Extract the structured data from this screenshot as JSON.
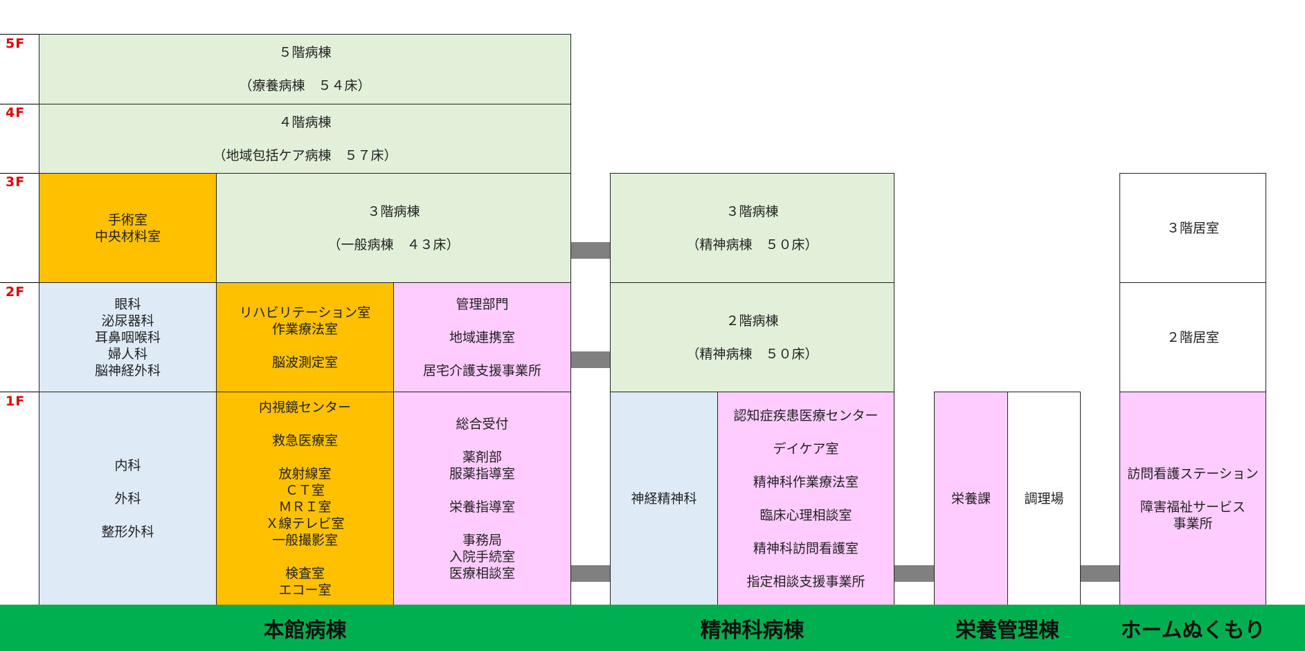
{
  "floors": [
    "5F",
    "4F",
    "3F",
    "2F",
    "1F"
  ],
  "main": {
    "f5": {
      "lines": [
        "５階病棟",
        "",
        "（療養病棟　５４床）"
      ]
    },
    "f4": {
      "lines": [
        "４階病棟",
        "",
        "（地域包括ケア病棟　５７床）"
      ]
    },
    "f3_surgery": {
      "lines": [
        "手術室",
        "中央材料室"
      ]
    },
    "f3_ward": {
      "lines": [
        "３階病棟",
        "",
        "（一般病棟　４３床）"
      ]
    },
    "f2_clinics": {
      "lines": [
        "眼科",
        "泌尿器科",
        "耳鼻咽喉科",
        "婦人科",
        "脳神経外科"
      ]
    },
    "f2_rehab": {
      "lines": [
        "リハビリテーション室",
        "作業療法室",
        "",
        "脳波測定室"
      ]
    },
    "f2_admin": {
      "lines": [
        "管理部門",
        "",
        "地域連携室",
        "",
        "居宅介護支援事業所"
      ]
    },
    "f1_clinics": {
      "lines": [
        "内科",
        "",
        "外科",
        "",
        "整形外科"
      ]
    },
    "f1_center": {
      "lines": [
        "内視鏡センター",
        "",
        "救急医療室",
        "",
        "放射線室",
        "ＣＴ室",
        "ＭＲＩ室",
        "Ｘ線テレビ室",
        "一般撮影室",
        "",
        "検査室",
        "エコー室"
      ]
    },
    "f1_reception": {
      "lines": [
        "総合受付",
        "",
        "薬剤部",
        "服薬指導室",
        "",
        "栄養指導室",
        "",
        "事務局",
        "入院手続室",
        "医療相談室"
      ]
    }
  },
  "psych": {
    "f3": {
      "lines": [
        "３階病棟",
        "",
        "（精神病棟　５０床）"
      ]
    },
    "f2": {
      "lines": [
        "２階病棟",
        "",
        "（精神病棟　５０床）"
      ]
    },
    "f1_dept": {
      "lines": [
        "神経精神科"
      ]
    },
    "f1_rooms": {
      "lines": [
        "認知症疾患医療センター",
        "",
        "デイケア室",
        "",
        "精神科作業療法室",
        "",
        "臨床心理相談室",
        "",
        "精神科訪問看護室",
        "",
        "指定相談支援事業所"
      ]
    }
  },
  "nutrition": {
    "section": {
      "lines": [
        "栄養課"
      ]
    },
    "kitchen": {
      "lines": [
        "調理場"
      ]
    }
  },
  "home": {
    "f3": {
      "lines": [
        "３階居室"
      ]
    },
    "f2": {
      "lines": [
        "２階居室"
      ]
    },
    "f1": {
      "lines": [
        "訪問看護ステーション",
        "",
        "障害福祉サービス",
        "事業所"
      ]
    }
  },
  "buildings": {
    "main": "本館病棟",
    "psych": "精神科病棟",
    "nutrition": "栄養管理棟",
    "home": "ホームぬくもり"
  },
  "colors": {
    "ward": "#e2efd9",
    "clinic": "#deebf7",
    "treatment": "#ffc000",
    "admin": "#ffccff",
    "residence": "#ffffff",
    "ground": "#00b050",
    "bridge": "#808080",
    "floor_label": "#e00000"
  }
}
